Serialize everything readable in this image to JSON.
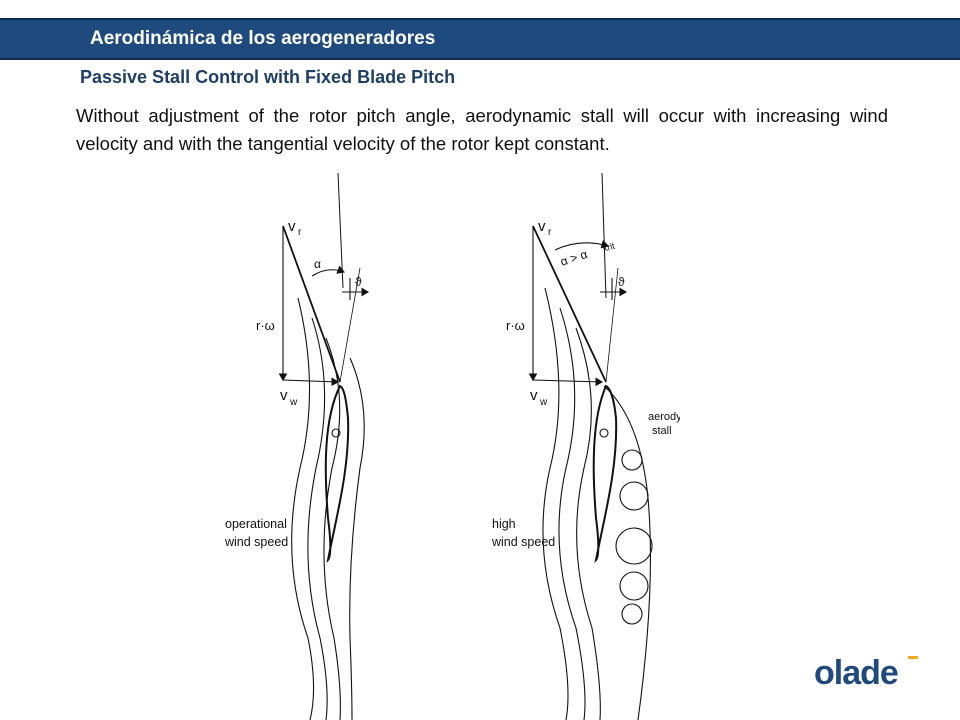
{
  "header": {
    "title": "Aerodinámica de los aerogeneradores"
  },
  "subtitle": "Passive Stall Control with Fixed Blade Pitch",
  "paragraph": "Without adjustment of the rotor pitch angle, aerodynamic stall will occur with increasing wind velocity and with the tangential velocity of the rotor kept constant.",
  "figure": {
    "left_panel": {
      "vr_label": "v",
      "vr_sub": "r",
      "omega_label": "r·ω",
      "vw_label": "v",
      "vw_sub": "w",
      "alpha_label": "α",
      "theta_label": "ϑ",
      "caption_line1": "operational",
      "caption_line2": "wind speed"
    },
    "right_panel": {
      "vr_label": "v",
      "vr_sub": "r",
      "omega_label": "r·ω",
      "vw_label": "v",
      "vw_sub": "w",
      "alpha_label": "α > α",
      "alpha_sub": "krit",
      "theta_label": "ϑ",
      "stall_line1": "aerodyn.",
      "stall_line2": "stall",
      "caption_line1": "high",
      "caption_line2": "wind  speed"
    }
  },
  "logo": {
    "text": "olade",
    "color": "#1f4a7e",
    "accent": "#f5a623"
  },
  "colors": {
    "header_bg": "#1f4a7e",
    "subtitle": "#1f3e66"
  }
}
